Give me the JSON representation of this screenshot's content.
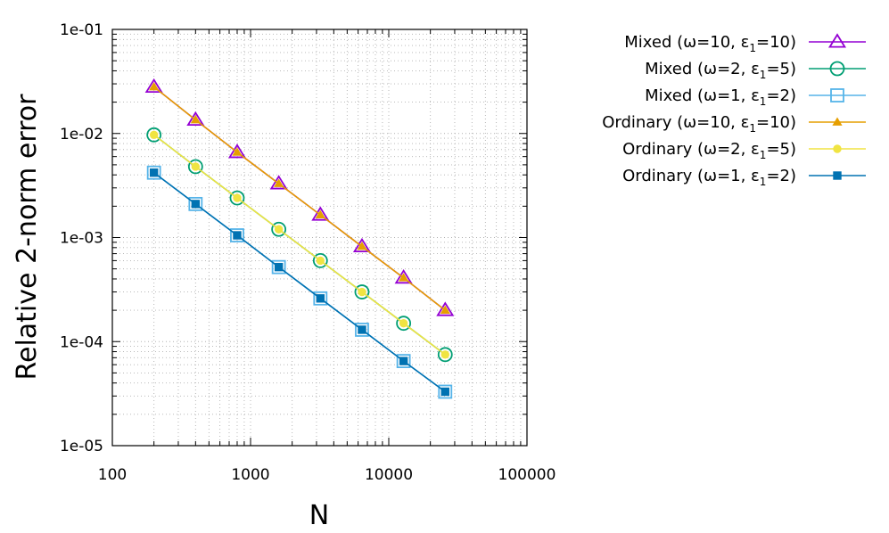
{
  "chart_data": {
    "type": "line",
    "xscale": "log",
    "yscale": "log",
    "xlabel": "N",
    "ylabel": "Relative 2-norm error",
    "xlim": [
      100,
      100000
    ],
    "ylim": [
      1e-05,
      0.1
    ],
    "xticks": [
      100,
      1000,
      10000,
      100000
    ],
    "xtick_labels": [
      "100",
      "1000",
      "10000",
      "100000"
    ],
    "yticks": [
      0.1,
      0.01,
      0.001,
      0.0001,
      1e-05
    ],
    "ytick_labels": [
      "1e-01",
      "1e-02",
      "1e-03",
      "1e-04",
      "1e-05"
    ],
    "grid": true,
    "legend_position": "outside-right",
    "x": [
      200,
      400,
      800,
      1600,
      3200,
      6400,
      12800,
      25600
    ],
    "series": [
      {
        "name_main": "Mixed (ω=10, ε",
        "name_sub": "1",
        "name_end": "=10)",
        "color": "#9400d3",
        "marker": "triangle-open",
        "values": [
          0.028,
          0.0135,
          0.0066,
          0.0033,
          0.00165,
          0.00082,
          0.00041,
          0.0002
        ]
      },
      {
        "name_main": "Mixed (ω=2, ε",
        "name_sub": "1",
        "name_end": "=5)",
        "color": "#009e73",
        "marker": "circle-open",
        "values": [
          0.0097,
          0.0048,
          0.0024,
          0.0012,
          0.0006,
          0.0003,
          0.00015,
          7.5e-05
        ]
      },
      {
        "name_main": "Mixed (ω=1, ε",
        "name_sub": "1",
        "name_end": "=2)",
        "color": "#56b4e9",
        "marker": "square-open",
        "values": [
          0.0042,
          0.0021,
          0.00105,
          0.00052,
          0.00026,
          0.00013,
          6.5e-05,
          3.3e-05
        ]
      },
      {
        "name_main": "Ordinary (ω=10, ε",
        "name_sub": "1",
        "name_end": "=10)",
        "color": "#e69f00",
        "marker": "triangle-filled",
        "values": [
          0.028,
          0.0135,
          0.0066,
          0.0033,
          0.00165,
          0.00082,
          0.00041,
          0.0002
        ]
      },
      {
        "name_main": "Ordinary (ω=2, ε",
        "name_sub": "1",
        "name_end": "=5)",
        "color": "#f0e442",
        "marker": "circle-filled",
        "values": [
          0.0097,
          0.0048,
          0.0024,
          0.0012,
          0.0006,
          0.0003,
          0.00015,
          7.5e-05
        ]
      },
      {
        "name_main": "Ordinary (ω=1, ε",
        "name_sub": "1",
        "name_end": "=2)",
        "color": "#0072b2",
        "marker": "square-filled",
        "values": [
          0.0042,
          0.0021,
          0.00105,
          0.00052,
          0.00026,
          0.00013,
          6.5e-05,
          3.3e-05
        ]
      }
    ]
  }
}
